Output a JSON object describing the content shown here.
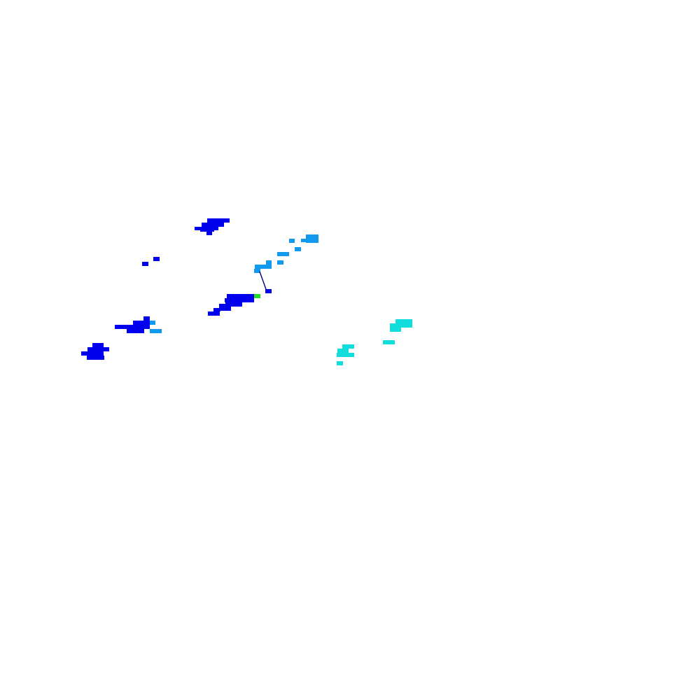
{
  "colors": {
    "background": "#ffffff",
    "deep_blue": "#0000ee",
    "sky_blue": "#1199ee",
    "cyan": "#11dddd",
    "green": "#22dd22",
    "link_line": "#000080"
  },
  "clusters": [
    {
      "name": "cluster-top-left",
      "color_key": "deep_blue"
    },
    {
      "name": "cluster-small-left",
      "color_key": "deep_blue"
    },
    {
      "name": "cluster-center",
      "color_key": "deep_blue"
    },
    {
      "name": "cluster-mid-left",
      "color_key": "deep_blue"
    },
    {
      "name": "cluster-far-left",
      "color_key": "deep_blue"
    },
    {
      "name": "cluster-sky-chain",
      "color_key": "sky_blue"
    },
    {
      "name": "cluster-cyan-upper",
      "color_key": "cyan"
    },
    {
      "name": "cluster-cyan-lower",
      "color_key": "cyan"
    }
  ]
}
